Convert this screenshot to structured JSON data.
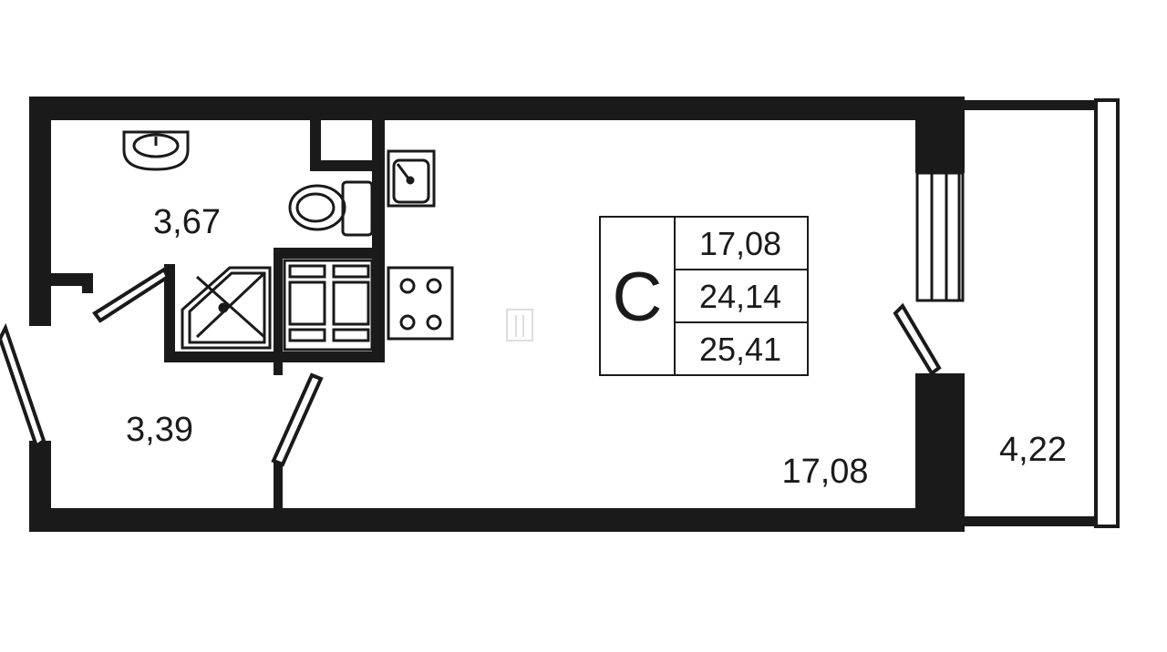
{
  "plan": {
    "rooms": {
      "bathroom_area": "3,67",
      "hallway_area": "3,39",
      "living_area": "17,08",
      "balcony_area": "4,22"
    },
    "legend": {
      "type_letter": "С",
      "living_area": "17,08",
      "total_area": "24,14",
      "total_with_balcony": "25,41"
    },
    "colors": {
      "wall": "#1a1a1a",
      "background": "#ffffff"
    }
  }
}
